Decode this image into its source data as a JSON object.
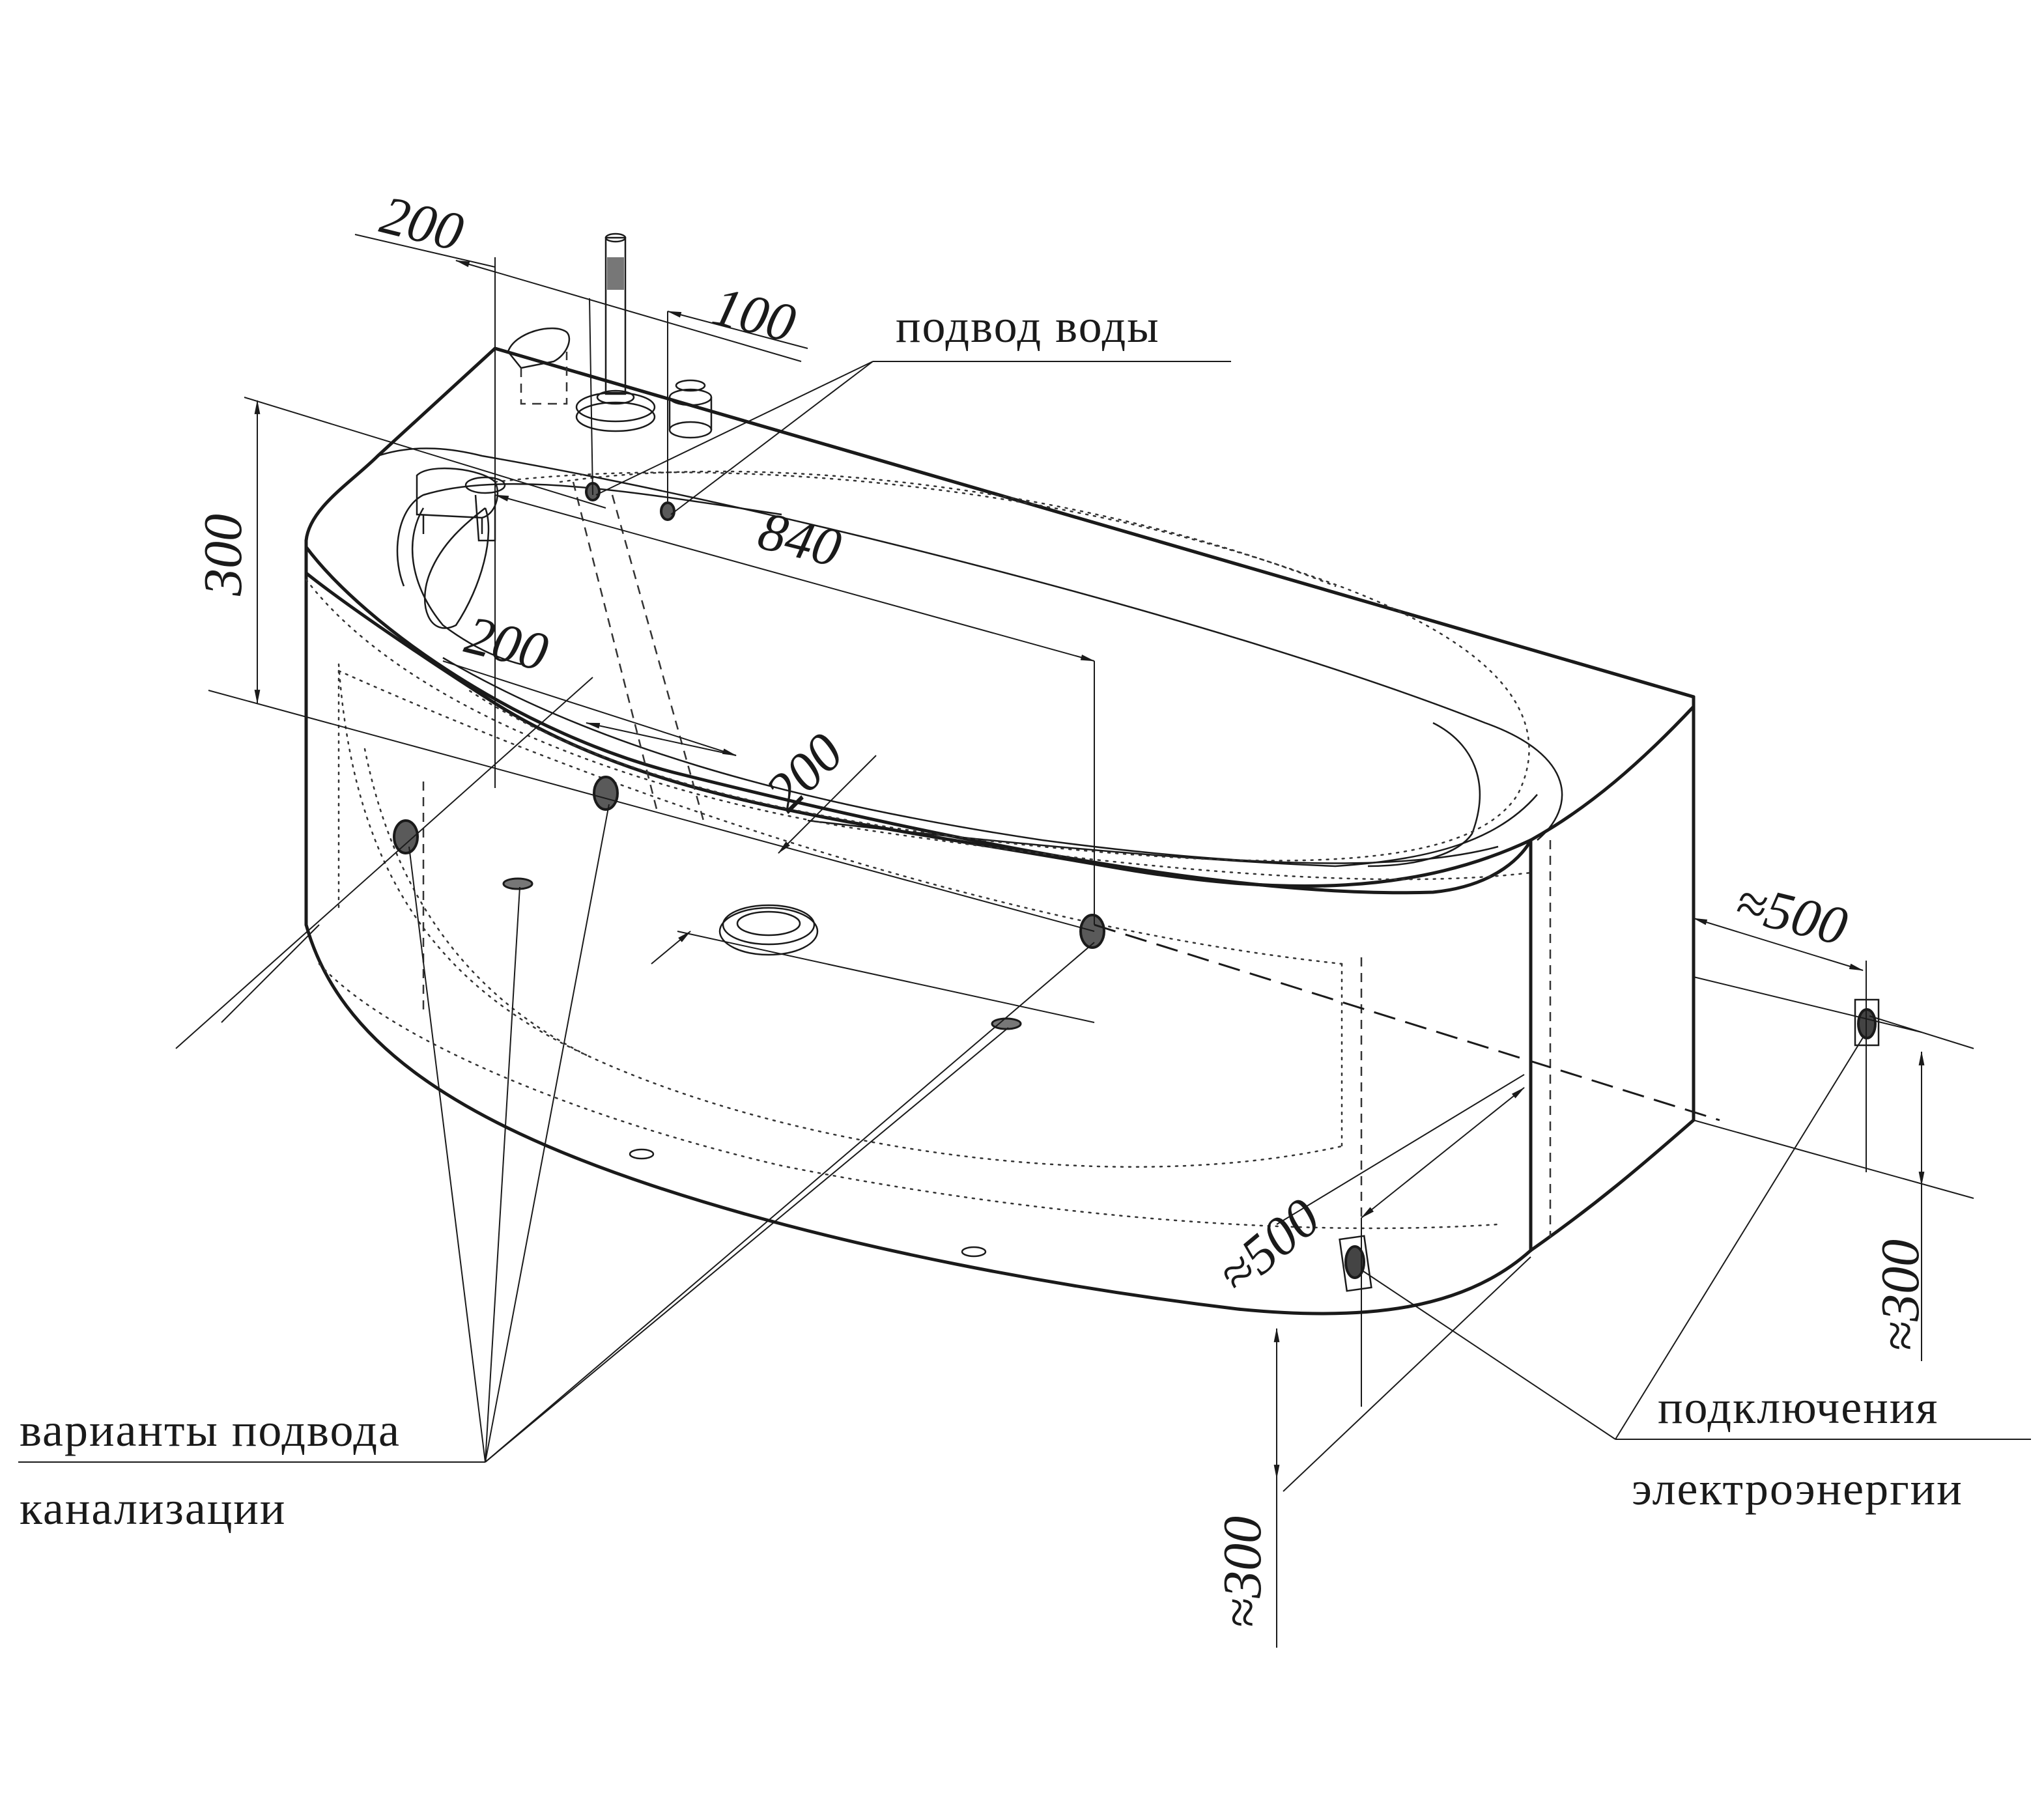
{
  "dimensions": {
    "top_offset": "200",
    "tap_spacing": "100",
    "height_300": "300",
    "length_840": "840",
    "front_200_a": "200",
    "front_200_b": "200",
    "right_500": "≈500",
    "right_300": "≈300",
    "front_500": "≈500",
    "front_300": "≈300"
  },
  "labels": {
    "water_supply": "подвод воды",
    "drain_options_line1": "варианты подвода",
    "drain_options_line2": "канализации",
    "power_line1": "подключения",
    "power_line2": "электроэнергии"
  },
  "colors": {
    "line": "#1a1a1a",
    "background": "#ffffff"
  }
}
